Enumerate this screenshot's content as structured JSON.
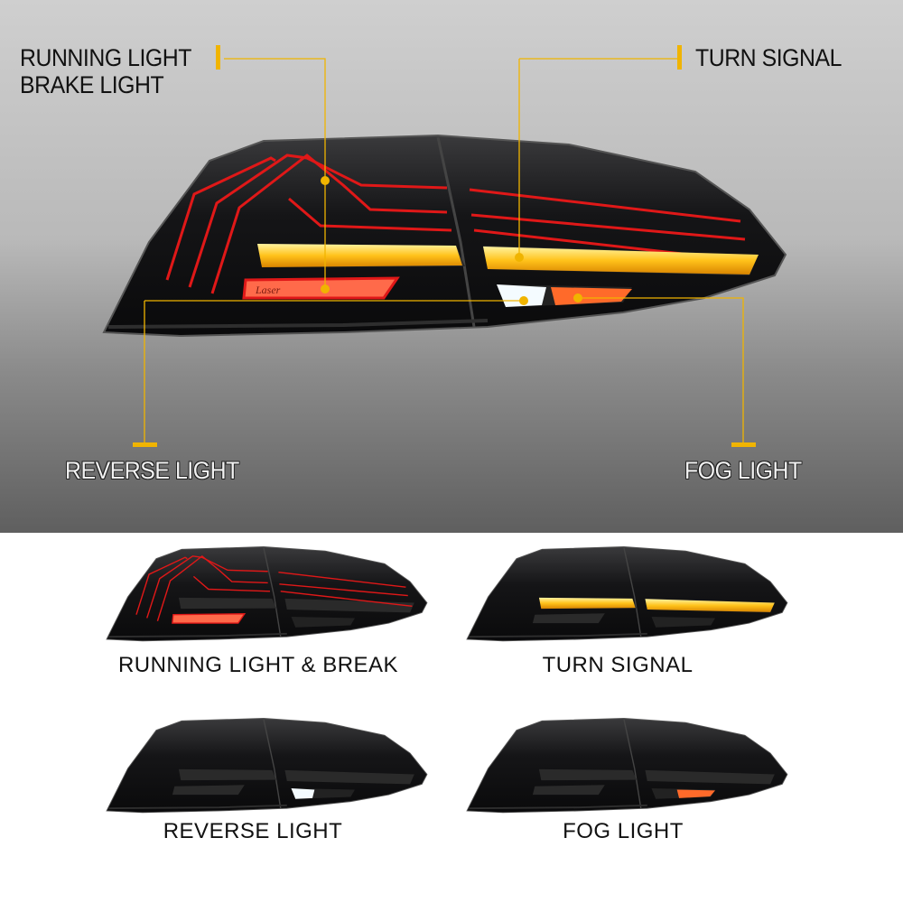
{
  "callouts": {
    "running_light": "RUNNING LIGHT",
    "brake_light": "BRAKE LIGHT",
    "turn_signal": "TURN SIGNAL",
    "reverse_light": "REVERSE LIGHT",
    "fog_light": "FOG LIGHT"
  },
  "lamp_marking": "Laser",
  "variants": [
    {
      "caption": "RUNNING LIGHT & BREAK",
      "active": "running-brake"
    },
    {
      "caption": "TURN SIGNAL",
      "active": "turn"
    },
    {
      "caption": "REVERSE LIGHT",
      "active": "reverse"
    },
    {
      "caption": "FOG LIGHT",
      "active": "fog"
    }
  ],
  "colors": {
    "callout": "#f0b400",
    "running": "#e01818",
    "turn": "#ffc21a",
    "reverse": "#ffffff",
    "fog": "#ff5a2a"
  }
}
